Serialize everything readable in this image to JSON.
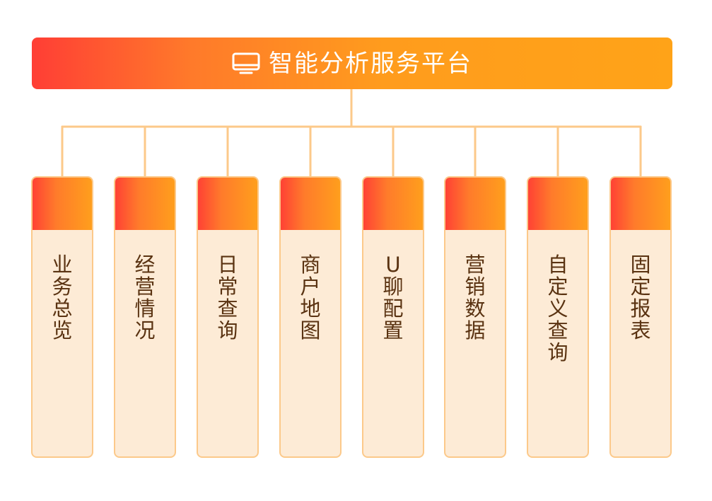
{
  "header": {
    "title": "智能分析服务平台",
    "icon": "monitor-icon"
  },
  "colors": {
    "gradient_start": "#ff3e35",
    "gradient_end": "#ffa318",
    "connector": "#fcc98a",
    "card_fill": "#fdebd6",
    "label_text": "#5a3312"
  },
  "modules": [
    {
      "label": "业务总览"
    },
    {
      "label": "经营情况"
    },
    {
      "label": "日常查询"
    },
    {
      "label": "商户地图"
    },
    {
      "label": "U聊配置"
    },
    {
      "label": "营销数据"
    },
    {
      "label": "自定义查询"
    },
    {
      "label": "固定报表"
    }
  ]
}
